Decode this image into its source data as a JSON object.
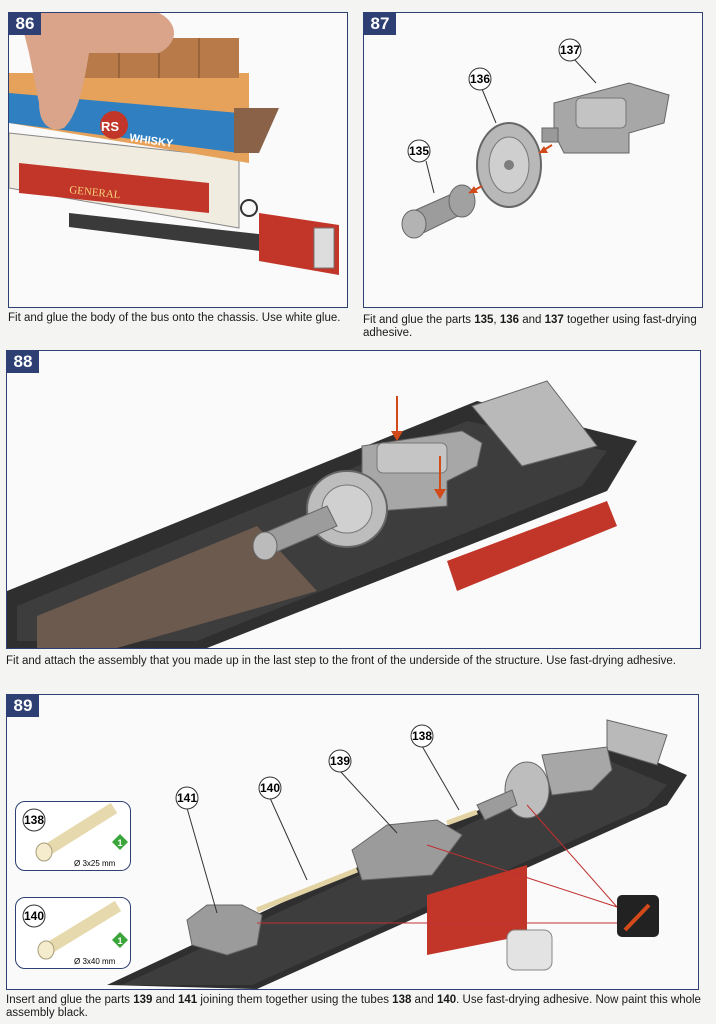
{
  "steps": [
    {
      "number": "86",
      "caption": "Fit and glue the body of the bus onto the chassis. Use white glue.",
      "signs": [
        "GENERAL",
        "WHISKY",
        "RS"
      ]
    },
    {
      "number": "87",
      "caption_parts": [
        "Fit and glue the parts ",
        "135",
        ", ",
        "136",
        " and ",
        "137",
        " together using fast-drying adhesive."
      ],
      "labels": [
        "135",
        "136",
        "137"
      ]
    },
    {
      "number": "88",
      "caption": "Fit and attach the assembly that you made up in the last step to the front of the underside of the structure. Use fast-drying adhesive."
    },
    {
      "number": "89",
      "caption_parts": [
        "Insert and glue the parts ",
        "139",
        " and ",
        "141",
        " joining them together using the tubes ",
        "138",
        " and ",
        "140",
        ". Use fast-drying adhesive. Now paint this whole assembly black."
      ],
      "labels": [
        "138",
        "139",
        "140",
        "141"
      ],
      "cards": [
        {
          "part": "138",
          "size": "Ø 3x25 mm",
          "badge": "1"
        },
        {
          "part": "140",
          "size": "Ø 3x40 mm",
          "badge": "1"
        }
      ]
    }
  ],
  "colors": {
    "frame": "#2d3f73",
    "bus_red": "#c2362a",
    "part_grey": "#9c9c9c",
    "badge_green": "#3aa63a"
  }
}
